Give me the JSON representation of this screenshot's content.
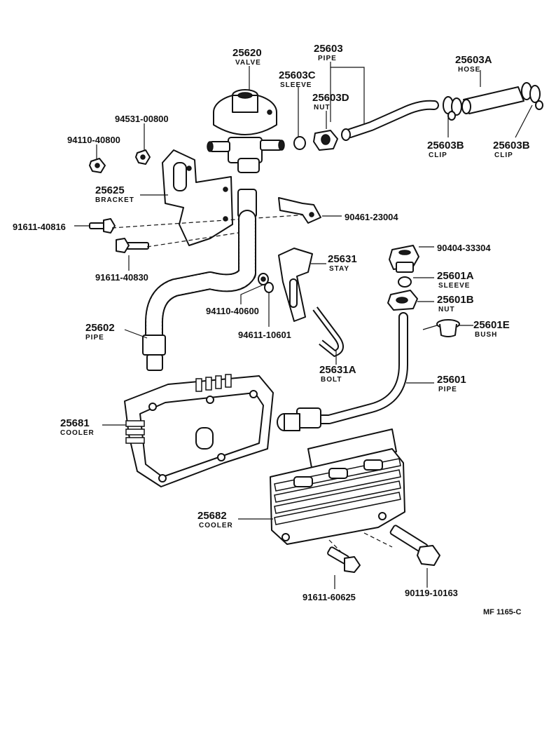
{
  "diagram_code": "MF 1165-C",
  "parts": {
    "p25620": {
      "number": "25620",
      "name": "VALVE"
    },
    "p25603": {
      "number": "25603",
      "name": "PIPE"
    },
    "p25603C": {
      "number": "25603C",
      "name": "SLEEVE"
    },
    "p25603D": {
      "number": "25603D",
      "name": "NUT"
    },
    "p25603A": {
      "number": "25603A",
      "name": "HOSE"
    },
    "p25603B_left": {
      "number": "25603B",
      "name": "CLIP"
    },
    "p25603B_right": {
      "number": "25603B",
      "name": "CLIP"
    },
    "p94531": {
      "number": "94531-00800"
    },
    "p94110_40800": {
      "number": "94110-40800"
    },
    "p25625": {
      "number": "25625",
      "name": "BRACKET"
    },
    "p91611_40816": {
      "number": "91611-40816"
    },
    "p90461": {
      "number": "90461-23004"
    },
    "p91611_40830": {
      "number": "91611-40830"
    },
    "p25631": {
      "number": "25631",
      "name": "STAY"
    },
    "p90404": {
      "number": "90404-33304"
    },
    "p25601A": {
      "number": "25601A",
      "name": "SLEEVE"
    },
    "p25601B": {
      "number": "25601B",
      "name": "NUT"
    },
    "p94110_40600": {
      "number": "94110-40600"
    },
    "p94611": {
      "number": "94611-10601"
    },
    "p25601E": {
      "number": "25601E",
      "name": "BUSH"
    },
    "p25602": {
      "number": "25602",
      "name": "PIPE"
    },
    "p25631A": {
      "number": "25631A",
      "name": "BOLT"
    },
    "p25601": {
      "number": "25601",
      "name": "PIPE"
    },
    "p25681": {
      "number": "25681",
      "name": "COOLER"
    },
    "p25682": {
      "number": "25682",
      "name": "COOLER"
    },
    "p91611_60625": {
      "number": "91611-60625"
    },
    "p90119": {
      "number": "90119-10163"
    }
  }
}
